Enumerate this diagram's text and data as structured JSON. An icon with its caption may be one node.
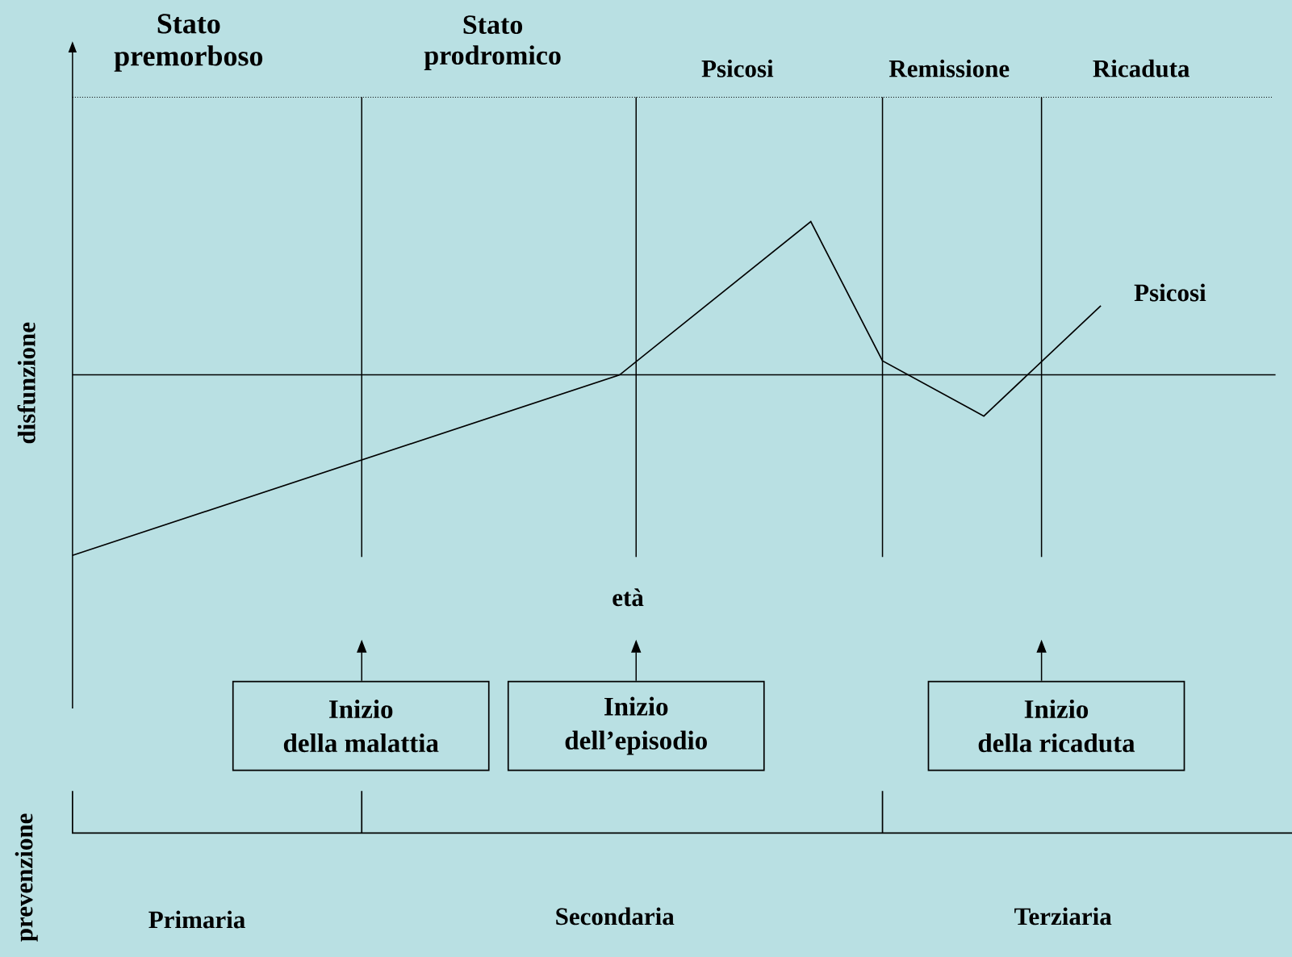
{
  "diagram": {
    "nodes": [
      {
        "text": [
          "Inizio",
          "della malattia"
        ]
      },
      {
        "text": [
          "Inizio",
          "dell’episodio"
        ]
      },
      {
        "text": [
          "Inizio",
          "della ricaduta"
        ]
      }
    ],
    "edges": [
      {
        "from": 0,
        "to": null,
        "arrow": "to"
      },
      {
        "from": 1,
        "to": null,
        "arrow": "to"
      },
      {
        "from": 2,
        "to": null,
        "arrow": "to"
      }
    ],
    "labels": [
      "Stato premorboso",
      "Stato prodromico",
      "Psicosi",
      "Remissione",
      "Ricaduta",
      "Psicosi",
      "disfunzione",
      "età",
      "prevenzione",
      "Primaria",
      "Secondaria",
      "Terziaria"
    ]
  }
}
